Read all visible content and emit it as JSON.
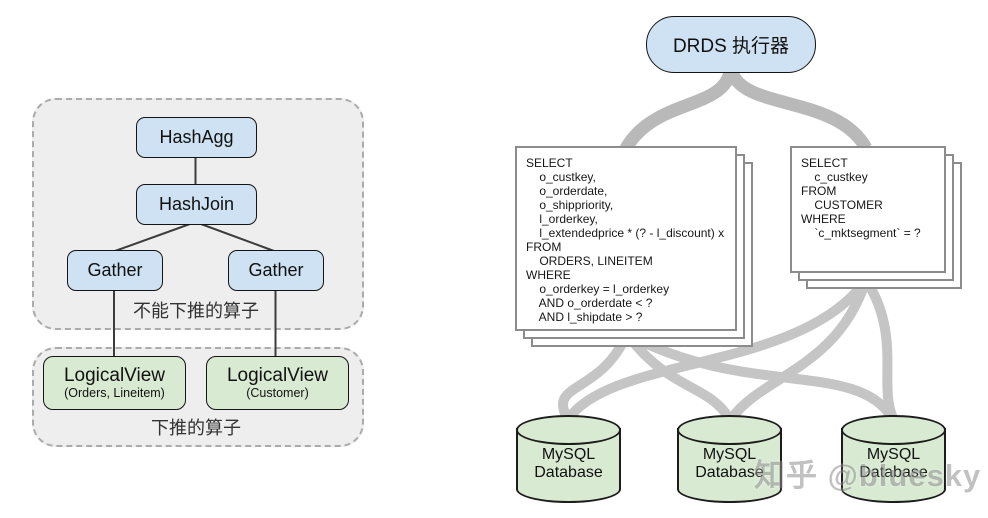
{
  "left": {
    "non_pushdown": {
      "label": "不能下推的算子",
      "hashagg": "HashAgg",
      "hashjoin": "HashJoin",
      "gather_left": "Gather",
      "gather_right": "Gather"
    },
    "pushdown": {
      "label": "下推的算子",
      "logicalview_left": {
        "title": "LogicalView",
        "subtitle": "(Orders, Lineitem)"
      },
      "logicalview_right": {
        "title": "LogicalView",
        "subtitle": "(Customer)"
      }
    }
  },
  "right": {
    "executor_label": "DRDS 执行器",
    "sql_left": "SELECT\n    o_custkey,\n    o_orderdate,\n    o_shippriority,\n    l_orderkey,\n    l_extendedprice * (? - l_discount) x\nFROM\n    ORDERS, LINEITEM\nWHERE\n    o_orderkey = l_orderkey\n    AND o_orderdate < ?\n    AND l_shipdate > ?",
    "sql_right": "SELECT\n    c_custkey\nFROM\n    CUSTOMER\nWHERE\n    `c_mktsegment` = ?",
    "databases": [
      {
        "label": "MySQL\nDatabase"
      },
      {
        "label": "MySQL\nDatabase"
      },
      {
        "label": "MySQL\nDatabase"
      }
    ]
  },
  "watermark": "知乎 @bluesky",
  "colors": {
    "node_blue": "#cfe2f3",
    "node_green": "#d9ead3",
    "panel_gray": "#eeeeee",
    "connector_gray": "#c5c5c5",
    "border_dark": "#141414"
  }
}
